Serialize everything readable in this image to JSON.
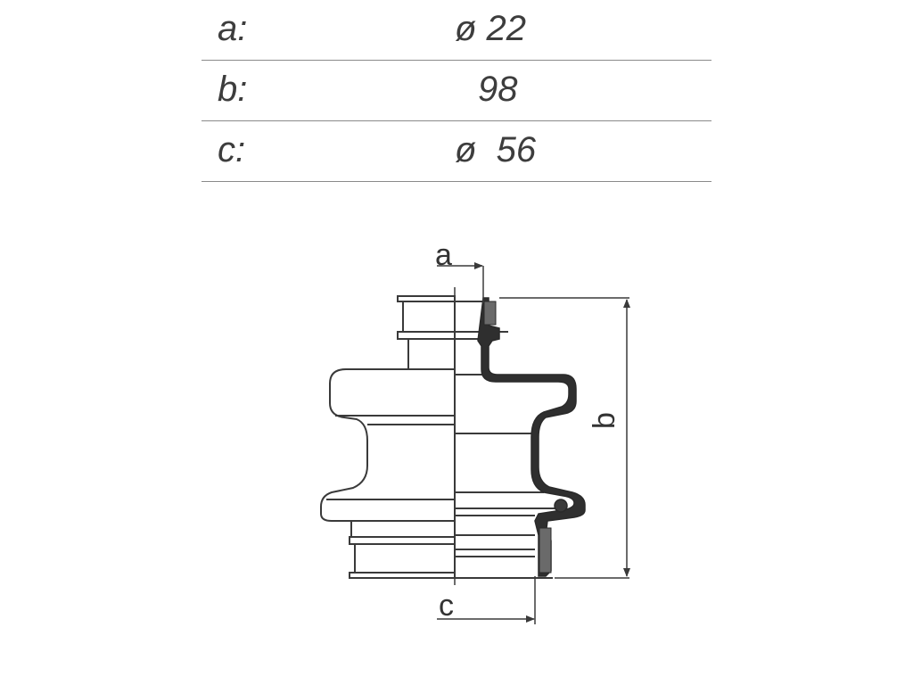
{
  "dimensions": [
    {
      "key": "a:",
      "value": "ø 22"
    },
    {
      "key": "b:",
      "value": "98"
    },
    {
      "key": "c:",
      "value": "ø  56"
    }
  ],
  "drawing": {
    "label_a": "a",
    "label_b": "b",
    "label_c": "c"
  },
  "colors": {
    "line": "#3a3a3a",
    "rule": "#8a8a8a",
    "fill_dark": "#5a5a5a"
  }
}
